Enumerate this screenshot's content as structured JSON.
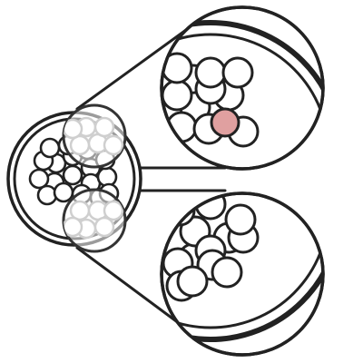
{
  "diagram": {
    "kind": "cable-cross-section-magnified",
    "elements": {
      "main_section": "cable-cross-section",
      "magnifier_top": "magnified-detail-top",
      "magnifier_bottom": "magnified-detail-bottom"
    },
    "colors": {
      "stroke": "#222222",
      "fill": "#ffffff",
      "highlight": "#e0a0a0",
      "lens_tint": "#cfcfcf"
    },
    "highlighted_strand": "top-detail-center-right"
  }
}
